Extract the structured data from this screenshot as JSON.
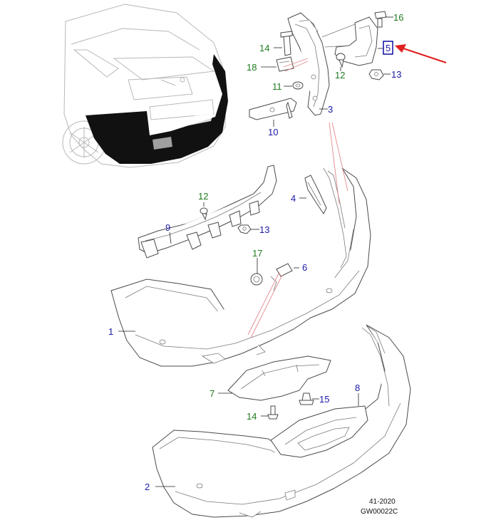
{
  "diagram": {
    "callouts": [
      {
        "id": "c1",
        "label": "1"
      },
      {
        "id": "c2",
        "label": "2"
      },
      {
        "id": "c3",
        "label": "3"
      },
      {
        "id": "c4",
        "label": "4"
      },
      {
        "id": "c5",
        "label": "5"
      },
      {
        "id": "c6",
        "label": "6"
      },
      {
        "id": "c7",
        "label": "7"
      },
      {
        "id": "c8",
        "label": "8"
      },
      {
        "id": "c9",
        "label": "9"
      },
      {
        "id": "c10",
        "label": "10"
      },
      {
        "id": "c11",
        "label": "11"
      },
      {
        "id": "c12a",
        "label": "12"
      },
      {
        "id": "c12b",
        "label": "12"
      },
      {
        "id": "c13a",
        "label": "13"
      },
      {
        "id": "c13b",
        "label": "13"
      },
      {
        "id": "c14a",
        "label": "14"
      },
      {
        "id": "c14b",
        "label": "14"
      },
      {
        "id": "c15",
        "label": "15"
      },
      {
        "id": "c16",
        "label": "16"
      },
      {
        "id": "c17",
        "label": "17"
      },
      {
        "id": "c18",
        "label": "18"
      }
    ],
    "colors": {
      "callout_blue": "#1a1aa6",
      "callout_green": "#1f7a1f",
      "highlight_arrow": "#e02020",
      "leader_pink": "#e38a8a",
      "car_panel": "#111111"
    },
    "highlighted_part": "5",
    "reference": {
      "code": "41-2020",
      "drawing_id": "GW00022C"
    }
  }
}
